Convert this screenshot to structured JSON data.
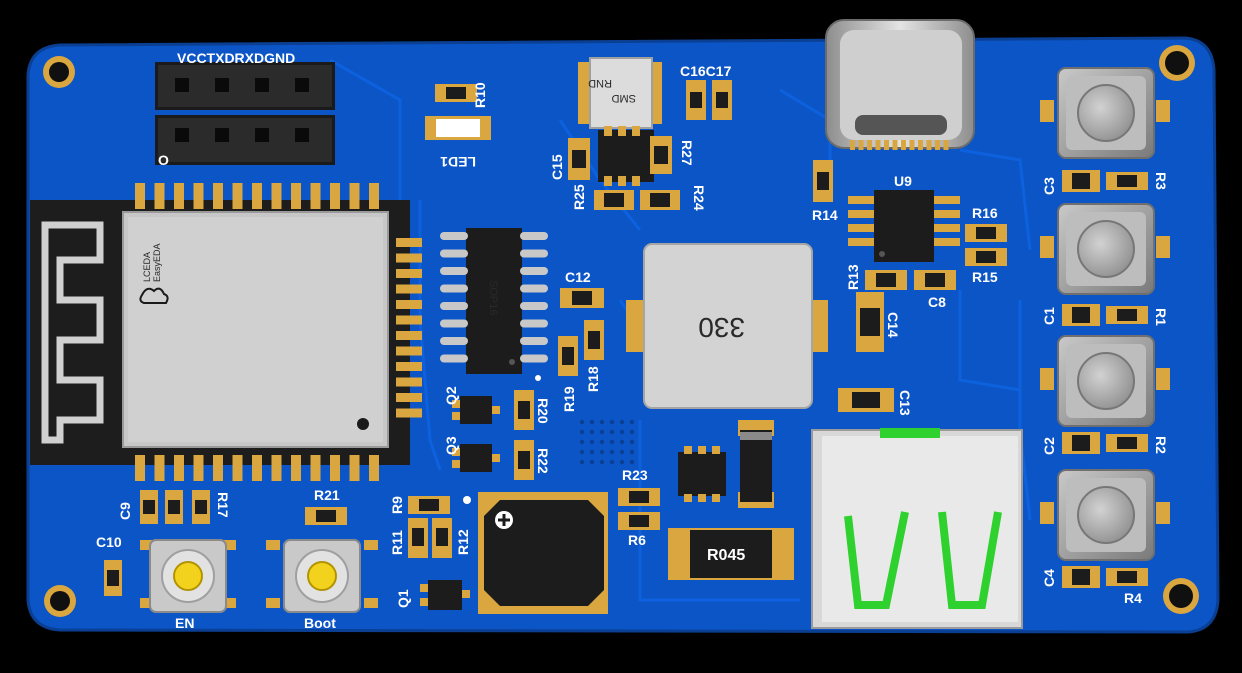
{
  "colors": {
    "board": "#0b55c6",
    "board_edge": "#0a3f93",
    "pad_gold": "#d9a640",
    "mask_dark": "#1c1c1c",
    "silk": "#ffffff",
    "inductor_body": "#cfcfcf",
    "usb_green": "#2fd12f"
  },
  "headers": {
    "top_label": "VCCTXDRXDGND",
    "side_mark": "O"
  },
  "module": {
    "logo_line1": "LCEDA",
    "logo_line2": "EasyEDA"
  },
  "ic_sop16": "SOP16",
  "inductor_small": "SMD",
  "inductor_small_2": "RND",
  "inductor_large": "330",
  "shunt": "R045",
  "designators": {
    "R10": "R10",
    "LED1": "LED1",
    "C16C17": "C16C17",
    "C15": "C15",
    "R25": "R25",
    "R27": "R27",
    "R24": "R24",
    "R14": "R14",
    "U9": "U9",
    "R16": "R16",
    "R15": "R15",
    "R13": "R13",
    "C8": "C8",
    "C14": "C14",
    "C12": "C12",
    "R19": "R19",
    "R18": "R18",
    "Q2": "Q2",
    "R20": "R20",
    "Q3": "Q3",
    "R22": "R22",
    "C13": "C13",
    "R23": "R23",
    "R6": "R6",
    "R9": "R9",
    "R11": "R11",
    "R12": "R12",
    "Q1": "Q1",
    "C9": "C9",
    "R17": "R17",
    "C10": "C10",
    "R21": "R21",
    "C3": "C3",
    "R3": "R3",
    "C1": "C1",
    "R1": "R1",
    "C2": "C2",
    "R2": "R2",
    "C4": "C4",
    "R4": "R4"
  },
  "buttons": {
    "en_label": "EN",
    "boot_label": "Boot"
  }
}
